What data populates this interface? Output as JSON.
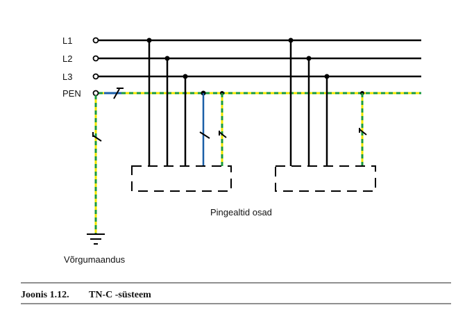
{
  "labels": {
    "l1": "L1",
    "l2": "L2",
    "l3": "L3",
    "pen": "PEN"
  },
  "exposed_parts_label": "Pingealtid osad",
  "earthing_label": "Võrgumaandus",
  "caption": {
    "number": "Joonis 1.12.",
    "title": "TN-C -süsteem"
  },
  "colors": {
    "phase": "#000000",
    "neutral": "#1a5fa8",
    "pe_green": "#1a9a3a",
    "pe_yellow": "#f2e600"
  }
}
